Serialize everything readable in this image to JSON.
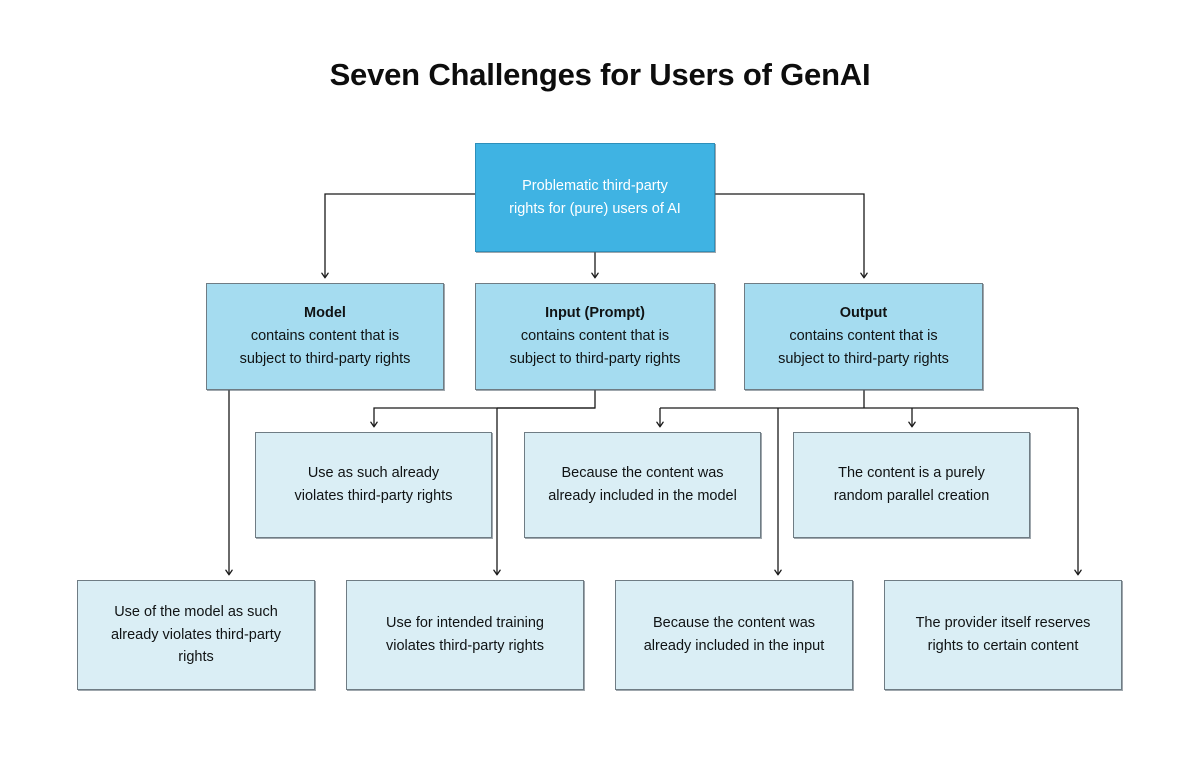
{
  "page": {
    "title": "Seven Challenges for Users of GenAI",
    "background_color": "#ffffff"
  },
  "palette": {
    "root_fill": "#3fb3e3",
    "root_text": "#ffffff",
    "level2_fill": "#a5dcf0",
    "leaf_fill": "#daeef5",
    "border": "#6f7c84",
    "connector": "#1a1a1a",
    "text": "#101314"
  },
  "chart_data": {
    "type": "diagram",
    "title": "Seven Challenges for Users of GenAI",
    "layout": "top-down tree / flowchart",
    "levels": 4,
    "node_count": 11
  },
  "nodes": {
    "root": {
      "id": "root",
      "level": 1,
      "lines": [
        "Problematic third-party",
        "rights for (pure) users of AI"
      ],
      "fill": "#3fb3e3"
    },
    "level2": [
      {
        "id": "model",
        "level": 2,
        "head": "Model",
        "lines": [
          "contains content that is",
          "subject to third-party rights"
        ],
        "fill": "#a5dcf0"
      },
      {
        "id": "input-prompt",
        "level": 2,
        "head": "Input (Prompt)",
        "lines": [
          "contains content that is",
          "subject to third-party rights"
        ],
        "fill": "#a5dcf0"
      },
      {
        "id": "output",
        "level": 2,
        "head": "Output",
        "lines": [
          "contains content that is",
          "subject to third-party rights"
        ],
        "fill": "#a5dcf0"
      }
    ],
    "level3": [
      {
        "id": "use-as-such",
        "level": 3,
        "lines": [
          "Use as such already",
          "violates third-party rights"
        ],
        "fill": "#daeef5"
      },
      {
        "id": "content-in-model",
        "level": 3,
        "lines": [
          "Because the content was",
          "already included in the model"
        ],
        "fill": "#daeef5"
      },
      {
        "id": "random-parallel-creation",
        "level": 3,
        "lines": [
          "The content is a purely",
          "random parallel creation"
        ],
        "fill": "#daeef5"
      }
    ],
    "level4": [
      {
        "id": "use-of-model-as-such",
        "level": 4,
        "lines": [
          "Use of the model as such",
          "already violates third-party",
          "rights"
        ],
        "fill": "#daeef5"
      },
      {
        "id": "intended-training",
        "level": 4,
        "lines": [
          "Use for intended training",
          "violates third-party rights"
        ],
        "fill": "#daeef5"
      },
      {
        "id": "content-in-input",
        "level": 4,
        "lines": [
          "Because the content was",
          "already included in the input"
        ],
        "fill": "#daeef5"
      },
      {
        "id": "provider-reserves-rights",
        "level": 4,
        "lines": [
          "The provider itself reserves",
          "rights to certain content"
        ],
        "fill": "#daeef5"
      }
    ]
  },
  "edges": [
    {
      "from": "root",
      "to": "model"
    },
    {
      "from": "root",
      "to": "input-prompt"
    },
    {
      "from": "root",
      "to": "output"
    },
    {
      "from": "model",
      "to": "use-of-model-as-such"
    },
    {
      "from": "input-prompt",
      "to": "use-as-such"
    },
    {
      "from": "input-prompt",
      "to": "intended-training"
    },
    {
      "from": "output",
      "to": "content-in-model"
    },
    {
      "from": "output",
      "to": "content-in-input"
    },
    {
      "from": "output",
      "to": "random-parallel-creation"
    },
    {
      "from": "output",
      "to": "provider-reserves-rights"
    }
  ]
}
